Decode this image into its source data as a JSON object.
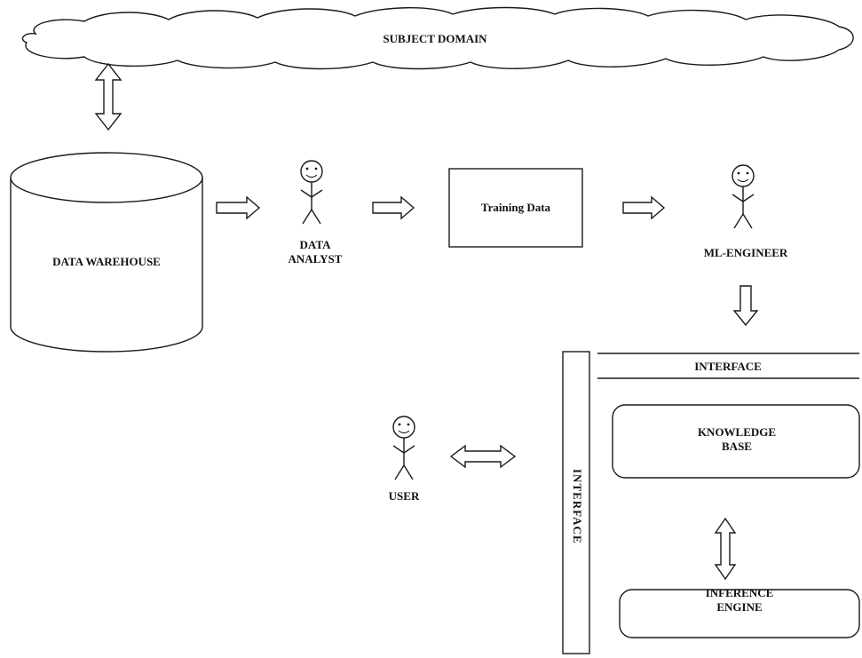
{
  "labels": {
    "subject_domain": "SUBJECT DOMAIN",
    "data_warehouse": "DATA WAREHOUSE",
    "data_analyst_line1": "DATA",
    "data_analyst_line2": "ANALYST",
    "training_data": "Training Data",
    "ml_engineer": "ML-ENGINEER",
    "interface_top": "INTERFACE",
    "interface_side": "INTERFACE",
    "knowledge_base_line1": "KNOWLEDGE",
    "knowledge_base_line2": "BASE",
    "inference_engine_line1": "INFERENCE",
    "inference_engine_line2": "ENGINE",
    "user": "USER"
  },
  "colors": {
    "stroke": "#1a1a1a",
    "fill": "#ffffff"
  }
}
